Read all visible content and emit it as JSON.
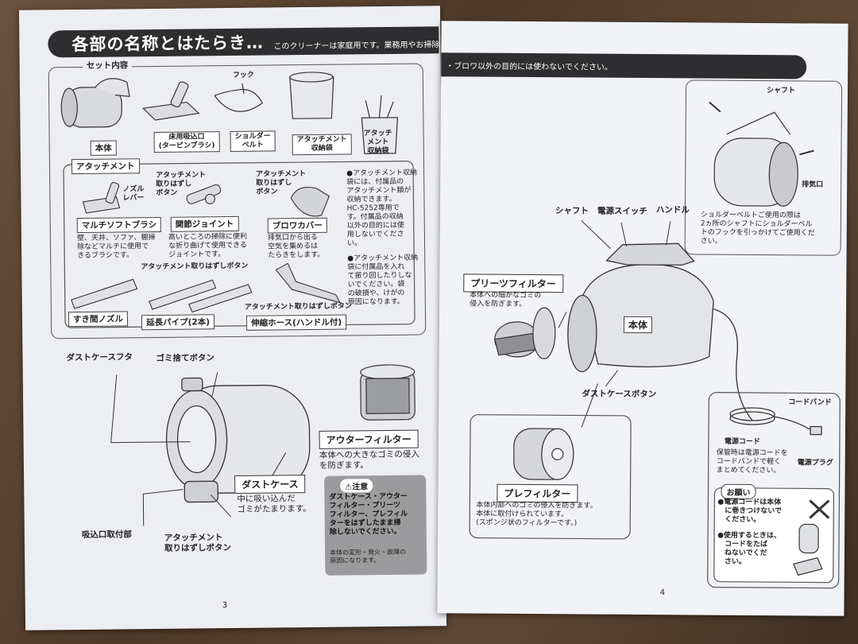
{
  "left_page": {
    "header_title": "各部の名称とはたらき…",
    "notice": "このクリーナーは家庭用です。業務用やお掃除",
    "set_section_title": "セット内容",
    "set_items": [
      {
        "label": "本体"
      },
      {
        "label": "床用吸込口\n(ターピンブラシ)"
      },
      {
        "hook": "フック",
        "label": "ショルダー\nベルト"
      },
      {
        "label": "アタッチメント\n収納袋"
      },
      {
        "label": "アタッチ\nメント\n収納袋"
      }
    ],
    "attachment_section_title": "アタッチメント",
    "attachments": {
      "multi_brush": {
        "lever": "ノズル\nレバー",
        "label": "マルチソフトブラシ",
        "desc": "壁、天井、ソファ、棚掃\n除などマルチに使用で\nきるブラシです。"
      },
      "joint": {
        "release": "アタッチメント\n取りはずし\nボタン",
        "label": "関節ジョイント",
        "desc": "高いところの掃除に便利\nな折り曲げて使用できる\nジョイントです。"
      },
      "blower": {
        "release": "アタッチメント\n取りはずし\nボタン",
        "label": "ブロワカバー",
        "desc": "排気口から出る\n空気を集めるは\nたらきをします。"
      },
      "crevice": {
        "label": "すき間ノズル"
      },
      "pipe": {
        "release": "アタッチメント取りはずしボタン",
        "label": "延長パイプ(2本)"
      },
      "hose": {
        "release": "アタッチメント取りはずしボタン",
        "label": "伸縮ホース(ハンドル付)"
      }
    },
    "bag_notes": [
      "●アタッチメント収納\n袋には、付属品の\nアタッチメント類が\n収納できます。\nHC-5252専用で\nす。付属品の収納\n以外の目的には使\n用しないでくださ\nい。",
      "●アタッチメント収納\n袋に付属品を入れ\nて振り回したりしな\nいでください。袋\nの破損や、けがの\n原因になります。"
    ],
    "dust": {
      "lid": "ダストケースフタ",
      "dump_button": "ゴミ捨てボタン",
      "inlet": "吸込口取付部",
      "release": "アタッチメント\n取りはずしボタン",
      "case_label": "ダストケース",
      "case_desc": "中に吸い込んだ\nゴミがたまります。",
      "outer_label": "アウターフィルター",
      "outer_desc": "本体への大きなゴミの侵入\nを防ぎます。"
    },
    "caution": {
      "head": "⚠注意",
      "body": "ダストケース・アウター\nフィルター・プリーツ\nフィルター、プレフィル\nターをはずしたまま掃\n除しないでください。",
      "sub": "本体の変形・発火・故障の\n原因になります。"
    },
    "page_number": "3"
  },
  "right_page": {
    "notice": "・ブロワ以外の目的には使わないでください。",
    "shaft_top": "シャフト",
    "exhaust": "排気口",
    "shoulder_note": "ショルダーベルトご使用の際は\n2ヵ所のシャフトにショルダーベル\nトのフックを引っかけてご使用くだ\nさい。",
    "shaft": "シャフト",
    "power_switch": "電源スイッチ",
    "handle": "ハンドル",
    "pleats_label": "プリーツフィルター",
    "pleats_desc": "本体への細かなゴミの\n侵入を防ぎます。",
    "body": "本体",
    "dust_button": "ダストケースボタン",
    "pre_label": "プレフィルター",
    "pre_desc": "本体内部へのゴミの侵入を防ぎます。\n本体に取付けられています。\n(スポンジ状のフィルターです。)",
    "cord_band": "コードバンド",
    "power_cord": "電源コード",
    "cord_desc": "保管時は電源コードを\nコードバンドで軽く\nまとめてください。",
    "plug": "電源プラグ",
    "request_head": "お願い",
    "request_1": "●電源コードは本体\n　に巻きつけないで\n　ください。",
    "request_2": "●使用するときは、\n　コードをたば\n　ねないでくだ\n　さい。",
    "page_number": "4"
  }
}
